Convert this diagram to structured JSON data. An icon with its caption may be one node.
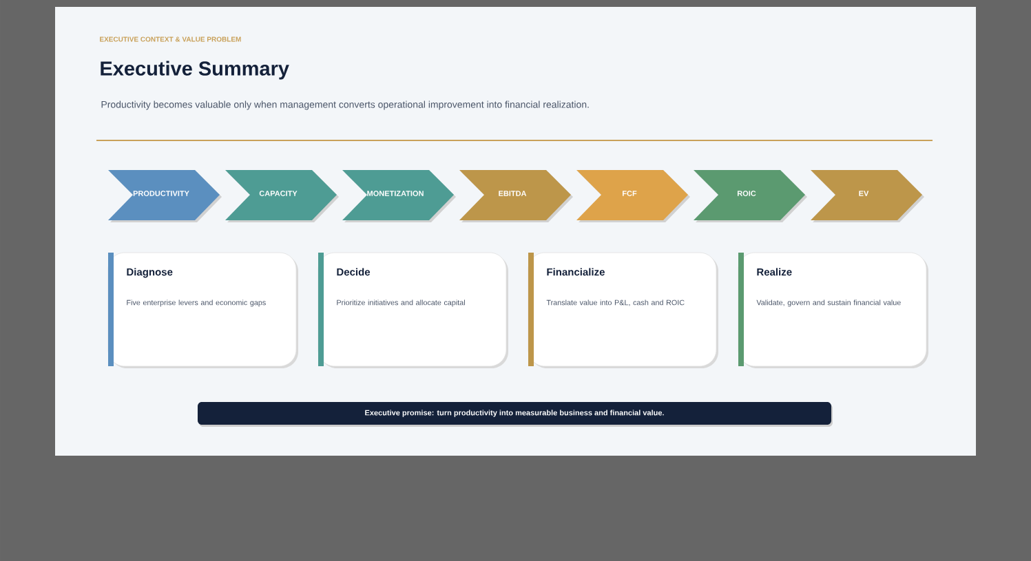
{
  "diagram": {
    "title": "Executive Summary",
    "nodes": [
      {
        "text": [
          "PRODUCTIVITY"
        ]
      },
      {
        "text": [
          "CAPACITY"
        ]
      },
      {
        "text": [
          "MONETIZATION"
        ]
      },
      {
        "text": [
          "EBITDA"
        ]
      },
      {
        "text": [
          "FCF"
        ]
      },
      {
        "text": [
          "ROIC"
        ]
      },
      {
        "text": [
          "EV"
        ]
      },
      {
        "text": [
          "Diagnose",
          "Five enterprise levers and economic gaps"
        ]
      },
      {
        "text": [
          "Decide",
          "Prioritize initiatives and allocate capital"
        ]
      },
      {
        "text": [
          "Financialize",
          "Translate value into P&L, cash and ROIC"
        ]
      },
      {
        "text": [
          "Realize",
          "Validate, govern and sustain financial value"
        ]
      },
      {
        "text": [
          "Executive promise: turn productivity into measurable business and financial value."
        ]
      }
    ],
    "edges": [],
    "labels": [
      "EXECUTIVE CONTEXT & VALUE PROBLEM",
      "Productivity becomes valuable only when management converts operational improvement into financial realization."
    ]
  }
}
